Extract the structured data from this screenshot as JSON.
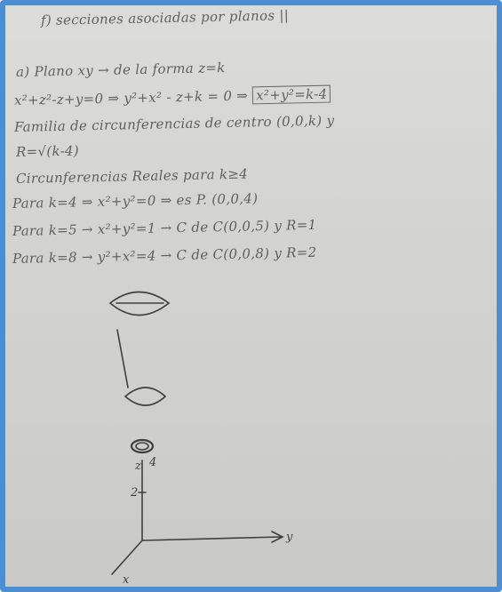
{
  "page": {
    "lines": [
      "f) secciones asociadas por planos ||",
      "a) Plano xy  →  de la forma z=k",
      "x²+z²-z+y=0  ⇒ y²+x² - z+k = 0  ⇒",
      "Familia de circunferencias de centro (0,0,k) y",
      "R=√(k-4)",
      "Circunferencias Reales para k≥4",
      "Para k=4  ⇒ x²+y²=0  ⇒ es P. (0,0,4)",
      "Para k=5  → x²+y²=1  → C de C(0,0,5) y R=1",
      "Para k=8  → y²+x²=4  → C de C(0,0,8) y R=2"
    ],
    "boxed": "x²+y²=k-4",
    "sketch_labels": {
      "z": "z",
      "y": "y",
      "x": "x",
      "level_4": "4",
      "level_2": "2"
    }
  }
}
